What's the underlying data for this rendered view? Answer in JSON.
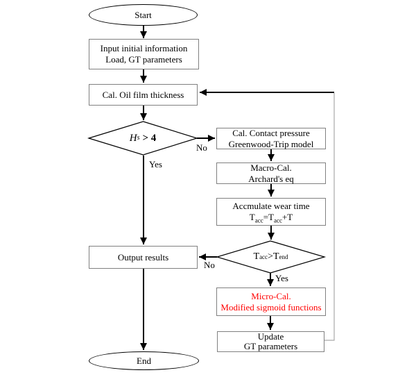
{
  "nodes": {
    "start": {
      "label": "Start"
    },
    "input_info": {
      "line1": "Input initial information",
      "line2": "Load, GT parameters"
    },
    "oil_film": {
      "label": "Cal. Oil film thickness"
    },
    "hs_decision": {
      "var": "H",
      "var_sub": "s",
      "condition": "> 4"
    },
    "contact_pressure": {
      "line1": "Cal. Contact pressure",
      "line2": "Greenwood-Trip model"
    },
    "macro_cal": {
      "line1": "Macro-Cal.",
      "line2": "Archard's eq"
    },
    "wear_time": {
      "line1": "Accmulate wear time",
      "f1": "T",
      "f2": "acc",
      "f3": "=T",
      "f4": "acc",
      "f5": "+T"
    },
    "tacc_decision": {
      "f1": "T",
      "f2": "acc",
      "f3": ">T",
      "f4": "end"
    },
    "output_results": {
      "label": "Output results"
    },
    "micro_cal": {
      "line1": "Micro-Cal.",
      "line2": "Modified sigmoid functions"
    },
    "update_params": {
      "line1": "Update",
      "line2": "GT parameters"
    },
    "end": {
      "label": "End"
    }
  },
  "edge_labels": {
    "hs_yes": "Yes",
    "hs_no": "No",
    "tacc_yes": "Yes",
    "tacc_no": "No"
  },
  "colors": {
    "red_text": "#ff0000",
    "rect_border": "#808080",
    "shape_line": "#000000",
    "feedback": "#a9a9a9",
    "background": "#ffffff"
  }
}
